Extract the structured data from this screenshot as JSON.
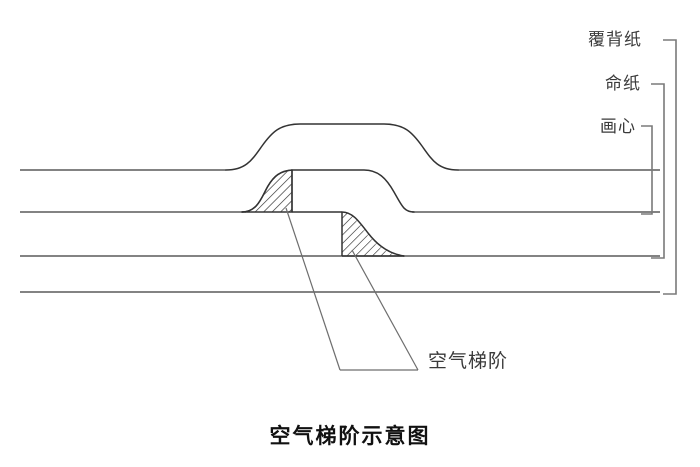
{
  "figure": {
    "caption": "空气梯阶示意图",
    "background_color": "#ffffff",
    "line_color": "#5a5a5a",
    "outline_color": "#333333",
    "hatch_color": "#4a4a4a",
    "text_color": "#3a3a3a",
    "caption_color": "#111111"
  },
  "layer_labels": [
    {
      "id": "fubeizhi",
      "text": "覆背纸"
    },
    {
      "id": "mingzhi",
      "text": "命纸"
    },
    {
      "id": "huaxin",
      "text": "画心"
    }
  ],
  "callout": {
    "label": "空气梯阶"
  },
  "chart_data": {
    "type": "diagram",
    "title": "空气梯阶示意图",
    "description": "Cross-section schematic of mounted paper layers showing two hatched air-step voids",
    "layers": [
      {
        "name": "覆背纸",
        "order": 1
      },
      {
        "name": "命纸",
        "order": 2
      },
      {
        "name": "画心",
        "order": 3
      }
    ],
    "annotations": [
      "空气梯阶"
    ],
    "sheet_lines_y": [
      170,
      212,
      256,
      292
    ],
    "hatched_regions": 2,
    "hatch_angle_deg": 45
  }
}
